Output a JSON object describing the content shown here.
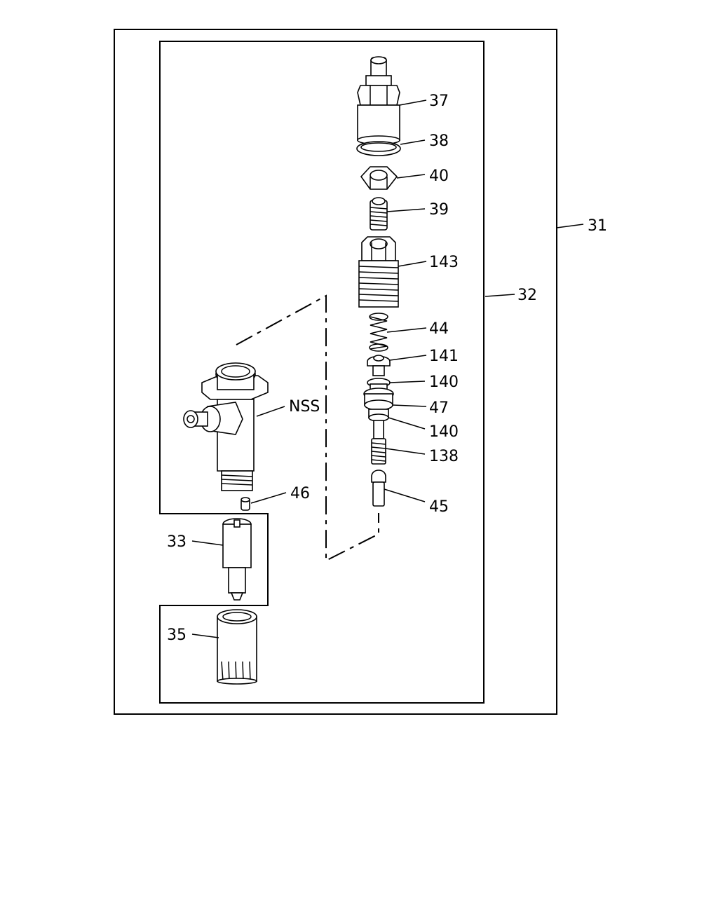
{
  "diagram": {
    "callouts": {
      "p31": "31",
      "p32": "32",
      "p33": "33",
      "p35": "35",
      "p37": "37",
      "p38": "38",
      "p39": "39",
      "p40": "40",
      "p44": "44",
      "p45": "45",
      "p46": "46",
      "p47": "47",
      "p138": "138",
      "p140a": "140",
      "p140b": "140",
      "p141": "141",
      "p143": "143",
      "nss": "NSS"
    }
  }
}
